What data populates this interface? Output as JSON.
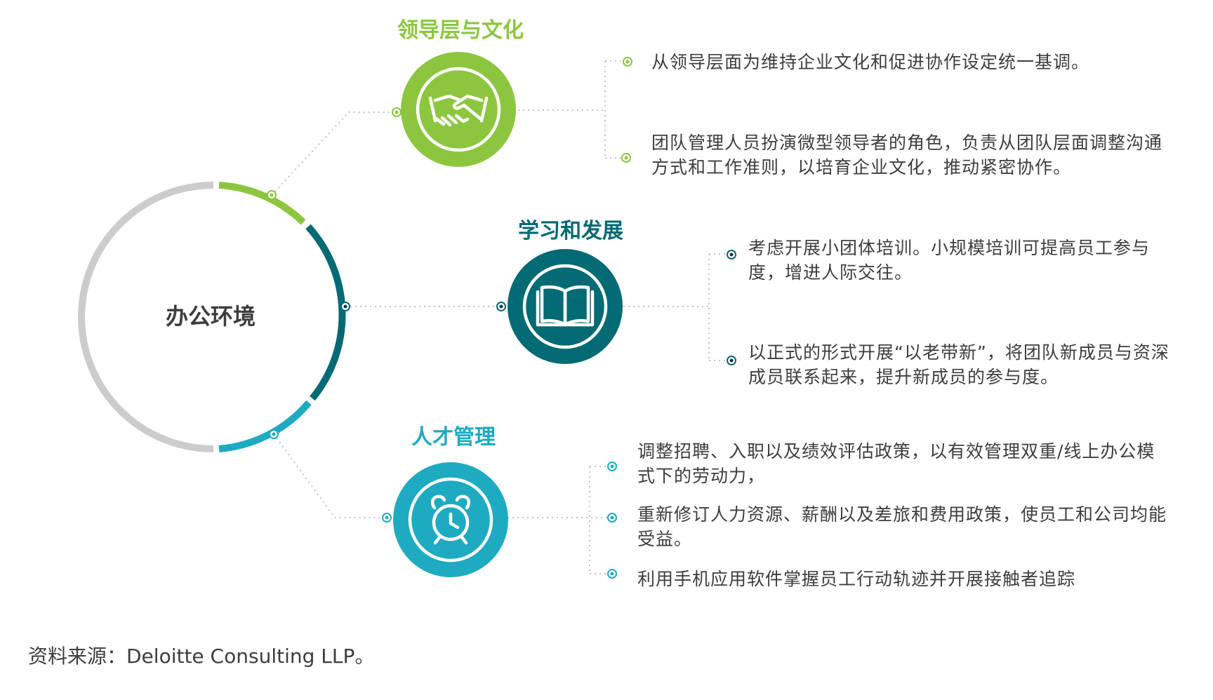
{
  "colors": {
    "green": "#8cc63f",
    "dark_teal": "#046a73",
    "teal": "#1eabc1",
    "gray": "#cccccc",
    "text": "#3d3d3d"
  },
  "center": {
    "label": "办公环境"
  },
  "sections": [
    {
      "title": "领导层与文化",
      "icon": "handshake-icon",
      "items": [
        "从领导层面为维持企业文化和促进协作设定统一基调。",
        "团队管理人员扮演微型领导者的角色，负责从团队层面调整沟通方式和工作准则，以培育企业文化，推动紧密协作。"
      ]
    },
    {
      "title": "学习和发展",
      "icon": "book-icon",
      "items": [
        "考虑开展小团体培训。小规模培训可提高员工参与度，增进人际交往。",
        "以正式的形式开展“以老带新”，将团队新成员与资深成员联系起来，提升新成员的参与度。"
      ]
    },
    {
      "title": "人才管理",
      "icon": "alarm-clock-icon",
      "items": [
        "调整招聘、入职以及绩效评估政策，以有效管理双重/线上办公模式下的劳动力，",
        "重新修订人力资源、薪酬以及差旅和费用政策，使员工和公司均能受益。",
        "利用手机应用软件掌握员工行动轨迹并开展接触者追踪"
      ]
    }
  ],
  "source": "资料来源：Deloitte Consulting LLP。"
}
